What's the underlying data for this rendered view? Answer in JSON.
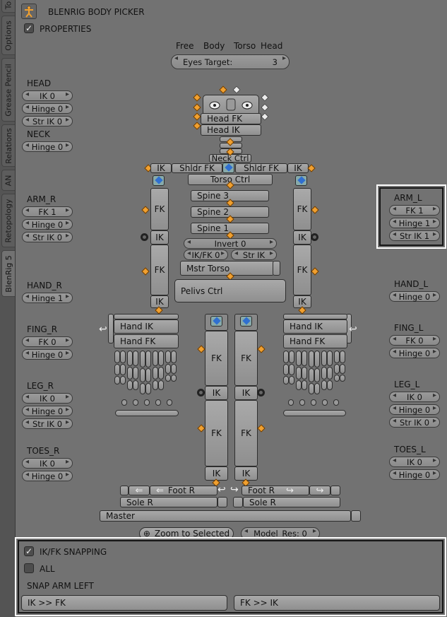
{
  "tabs": [
    "To",
    "Options",
    "Grease Pencil",
    "Relations",
    "AN",
    "Retopology",
    "BlenRig 5"
  ],
  "header": {
    "icon": "armature-icon",
    "title": "BLENRIG BODY PICKER",
    "properties_label": "PROPERTIES",
    "properties_checked": true
  },
  "eyes": {
    "modes": [
      "Free",
      "Body",
      "Torso",
      "Head"
    ],
    "target_label": "Eyes Target:",
    "target_value": "3"
  },
  "left_props": {
    "head": {
      "title": "HEAD",
      "ik": "IK 0",
      "hinge": "Hinge 0",
      "str": "Str IK 0"
    },
    "neck": {
      "title": "NECK",
      "hinge": "Hinge 0"
    },
    "arm_r": {
      "title": "ARM_R",
      "fk": "FK 1",
      "hinge": "Hinge 0",
      "str": "Str IK 0"
    },
    "hand_r": {
      "title": "HAND_R",
      "hinge": "Hinge 1"
    },
    "fing_r": {
      "title": "FING_R",
      "fk": "FK 0",
      "hinge": "Hinge 0"
    },
    "leg_r": {
      "title": "LEG_R",
      "ik": "IK 0",
      "hinge": "Hinge 0",
      "str": "Str IK 0"
    },
    "toes_r": {
      "title": "TOES_R",
      "ik": "IK 0",
      "hinge": "Hinge 0"
    }
  },
  "right_props": {
    "arm_l": {
      "title": "ARM_L",
      "fk": "FK 1",
      "hinge": "Hinge 1",
      "str": "Str IK 1"
    },
    "hand_l": {
      "title": "HAND_L",
      "hinge": "Hinge 0"
    },
    "fing_l": {
      "title": "FING_L",
      "fk": "FK 0",
      "hinge": "Hinge 0"
    },
    "leg_l": {
      "title": "LEG_L",
      "ik": "IK 0",
      "hinge": "Hinge 0",
      "str": "Str IK 0"
    },
    "toes_l": {
      "title": "TOES_L",
      "ik": "IK 0",
      "hinge": "Hinge 0"
    }
  },
  "body": {
    "head_fk": "Head FK",
    "head_ik": "Head IK",
    "neck_ctrl": "Neck Ctrl",
    "ik": "IK",
    "fk": "FK",
    "shldr_fk": "Shldr FK",
    "torso_ctrl": "Torso Ctrl",
    "spine3": "Spine 3",
    "spine2": "Spine 2",
    "spine1": "Spine 1",
    "invert": "Invert 0",
    "ikfk": "IK/FK 0",
    "str_ik": "Str IK",
    "mstr_torso": "Mstr Torso",
    "pelvis_ctrl": "Pelivs Ctrl",
    "hand_ik": "Hand IK",
    "hand_fk": "Hand FK",
    "foot_r": "Foot R",
    "foot_r2": "Foot R",
    "sole_r": "Sole R",
    "sole_r2": "Sole R",
    "master": "Master",
    "zoom": "Zoom to Selected",
    "model_res": "Model_Res: 0"
  },
  "snapping": {
    "title": "IK/FK SNAPPING",
    "title_checked": true,
    "all_label": "ALL",
    "all_checked": false,
    "section": "SNAP ARM LEFT",
    "ik_to_fk": "IK >> FK",
    "fk_to_ik": "FK >> IK"
  }
}
